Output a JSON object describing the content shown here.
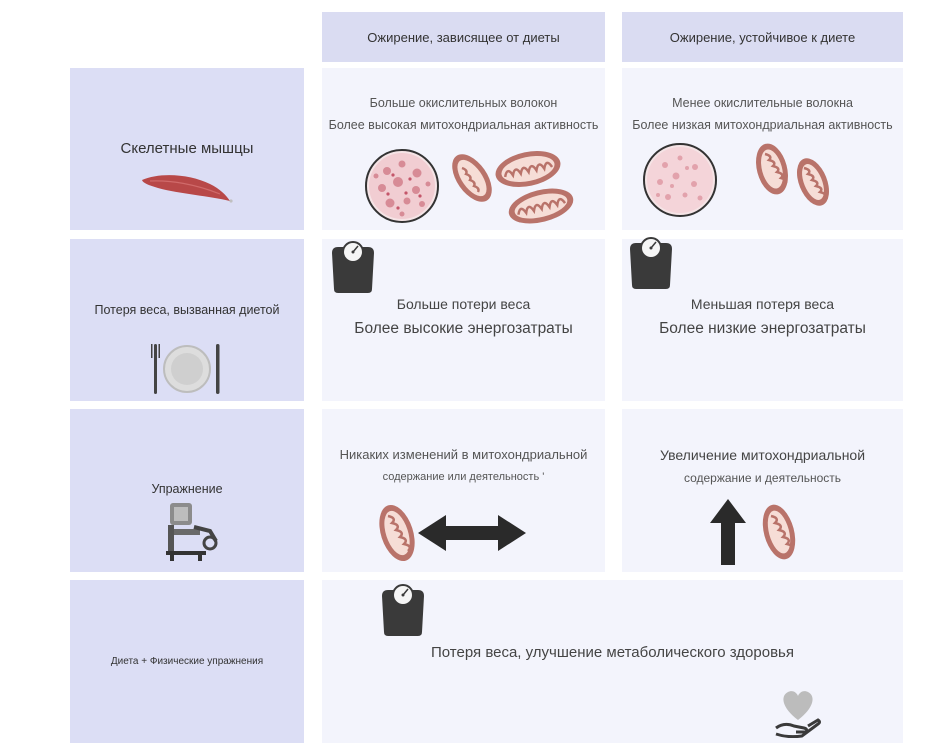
{
  "columns": {
    "diet_dependent": "Ожирение, зависящее от диеты",
    "diet_resistant": "Ожирение, устойчивое к диете"
  },
  "rows": {
    "skeletal_muscle": {
      "label": "Скелетные мышцы",
      "dependent": [
        "Больше окислительных волокон",
        "Более высокая митохондриальная активность"
      ],
      "resistant": [
        "Менее окислительные волокна",
        "Более низкая митохондриальная активность"
      ]
    },
    "weight_loss": {
      "label": "Потеря веса, вызванная диетой",
      "dependent": [
        "Больше потери веса",
        "Более высокие энергозатраты"
      ],
      "resistant": [
        "Меньшая потеря веса",
        "Более низкие энергозатраты"
      ]
    },
    "exercise": {
      "label": "Упражнение",
      "dependent": [
        "Никаких изменений в митохондриальной",
        "содержание или деятельность '"
      ],
      "resistant": [
        "Увеличение митохондриальной",
        "содержание и деятельность"
      ]
    },
    "diet_exercise": {
      "label": "Диета + Физические упражнения",
      "combined": "Потеря веса, улучшение метаболического здоровья"
    }
  },
  "colors": {
    "header_bg": "#dadcf2",
    "label_bg": "#dcdef5",
    "cell_bg": "#f3f4fc",
    "mito": "#b9736a",
    "muscle": "#b84848",
    "scale": "#3a3a3a",
    "arrow": "#2a2a2a"
  },
  "icons": [
    "muscle-icon",
    "plate-icon",
    "exercise-bike-icon",
    "scale-icon",
    "mitochondria-icon",
    "muscle-fiber-icon",
    "double-arrow-icon",
    "up-arrow-icon",
    "heart-hand-icon"
  ]
}
